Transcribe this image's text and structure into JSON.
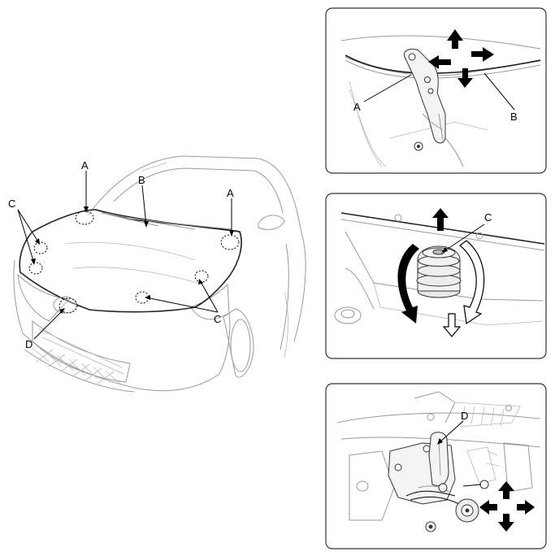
{
  "main_view": {
    "callouts": [
      {
        "id": "label-a-left",
        "text": "A"
      },
      {
        "id": "label-b",
        "text": "B"
      },
      {
        "id": "label-a-right",
        "text": "A"
      },
      {
        "id": "label-c-left",
        "text": "C"
      },
      {
        "id": "label-c-right",
        "text": "C"
      },
      {
        "id": "label-d",
        "text": "D"
      }
    ]
  },
  "detail_panels": [
    {
      "name": "hinge-detail",
      "labels": [
        "A",
        "B"
      ]
    },
    {
      "name": "bumper-stop-detail",
      "labels": [
        "C"
      ]
    },
    {
      "name": "latch-detail",
      "labels": [
        "D"
      ]
    }
  ],
  "colors": {
    "line": "#222222",
    "faint": "#9a9a9a",
    "arrow": "#000000"
  }
}
